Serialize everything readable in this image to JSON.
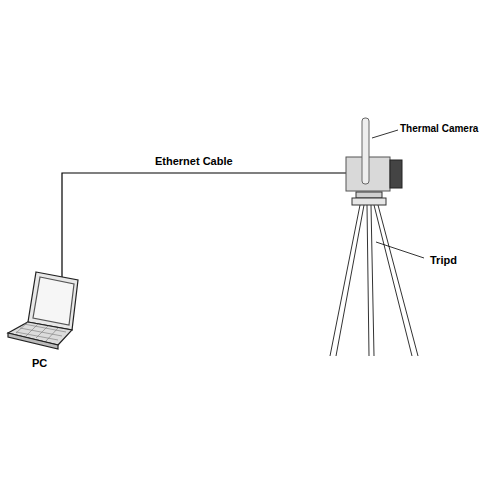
{
  "diagram": {
    "labels": [
      "Thermal Camera",
      "Ethernet Cable",
      "Tripd",
      "PC"
    ]
  }
}
